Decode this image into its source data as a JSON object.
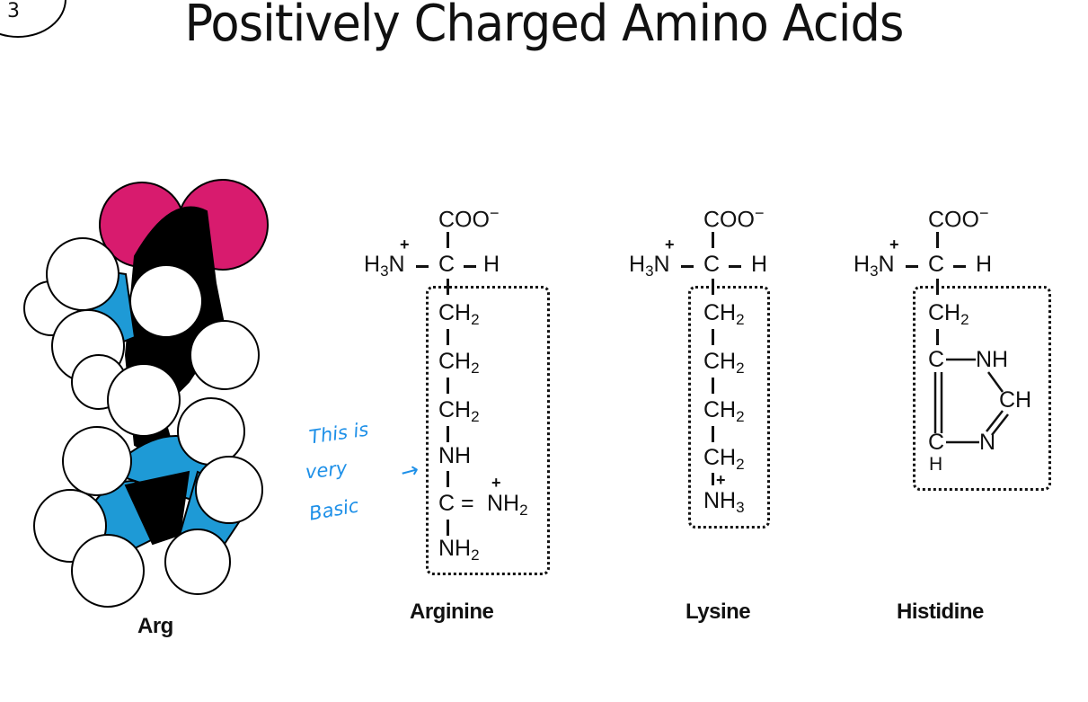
{
  "slide": {
    "number": "3",
    "title": "Positively Charged Amino Acids"
  },
  "model": {
    "caption": "Arg",
    "colors": {
      "oxygen": "#d81b6e",
      "nitrogen": "#1e9ad6",
      "carbon": "#000000",
      "hydrogen": "#ffffff"
    }
  },
  "backbone": {
    "carboxyl": "COO",
    "carboxyl_charge": "−",
    "amino": "H",
    "amino_sub": "3",
    "amino_N": "N",
    "amino_charge": "+",
    "alpha_carbon": "C",
    "hydrogen": "H",
    "dash": "−"
  },
  "arginine": {
    "name": "Arginine",
    "side_chain": [
      "CH",
      "CH",
      "CH",
      "NH",
      "C",
      "NH",
      "NH"
    ],
    "subs": [
      "2",
      "2",
      "2",
      "",
      "",
      "2",
      "2"
    ],
    "double_bond": "=",
    "charge": "+"
  },
  "lysine": {
    "name": "Lysine",
    "side_chain": [
      "CH",
      "CH",
      "CH",
      "CH",
      "NH"
    ],
    "subs": [
      "2",
      "2",
      "2",
      "2",
      "3"
    ],
    "charge": "+"
  },
  "histidine": {
    "name": "Histidine",
    "side_chain": [
      "CH",
      "C",
      "NH",
      "CH",
      "C",
      "N",
      "H"
    ],
    "subs": [
      "2",
      "",
      "",
      "",
      "",
      "",
      ""
    ]
  },
  "annotation": {
    "lines": [
      "This is",
      "very",
      "Basic"
    ],
    "arrow": "→",
    "color": "#1e90e8"
  }
}
